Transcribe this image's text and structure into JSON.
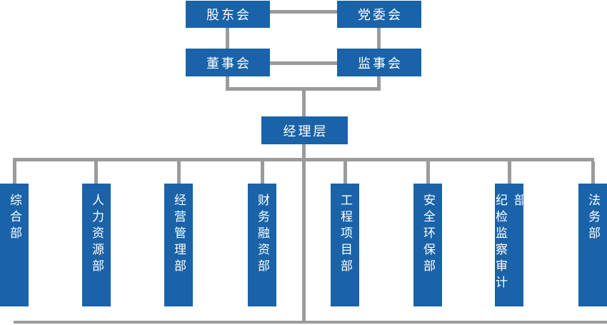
{
  "chart_title": "",
  "colors": {
    "box_blue": "#1a63a8",
    "line_gray": "#9b9b9b",
    "text_white": "#ffffff"
  },
  "nodes": {
    "shareholders": "股东会",
    "party_committee": "党委会",
    "board_of_directors": "董事会",
    "supervisory_board": "监事会",
    "management": "经理层"
  },
  "departments": [
    {
      "label": "综合部"
    },
    {
      "label": "人力资源部"
    },
    {
      "label": "经营管理部"
    },
    {
      "label": "财务融资部"
    },
    {
      "label": "工程项目部"
    },
    {
      "label": "安全环保部"
    },
    {
      "label": "纪检监察审计部"
    },
    {
      "label": "法务部"
    }
  ]
}
